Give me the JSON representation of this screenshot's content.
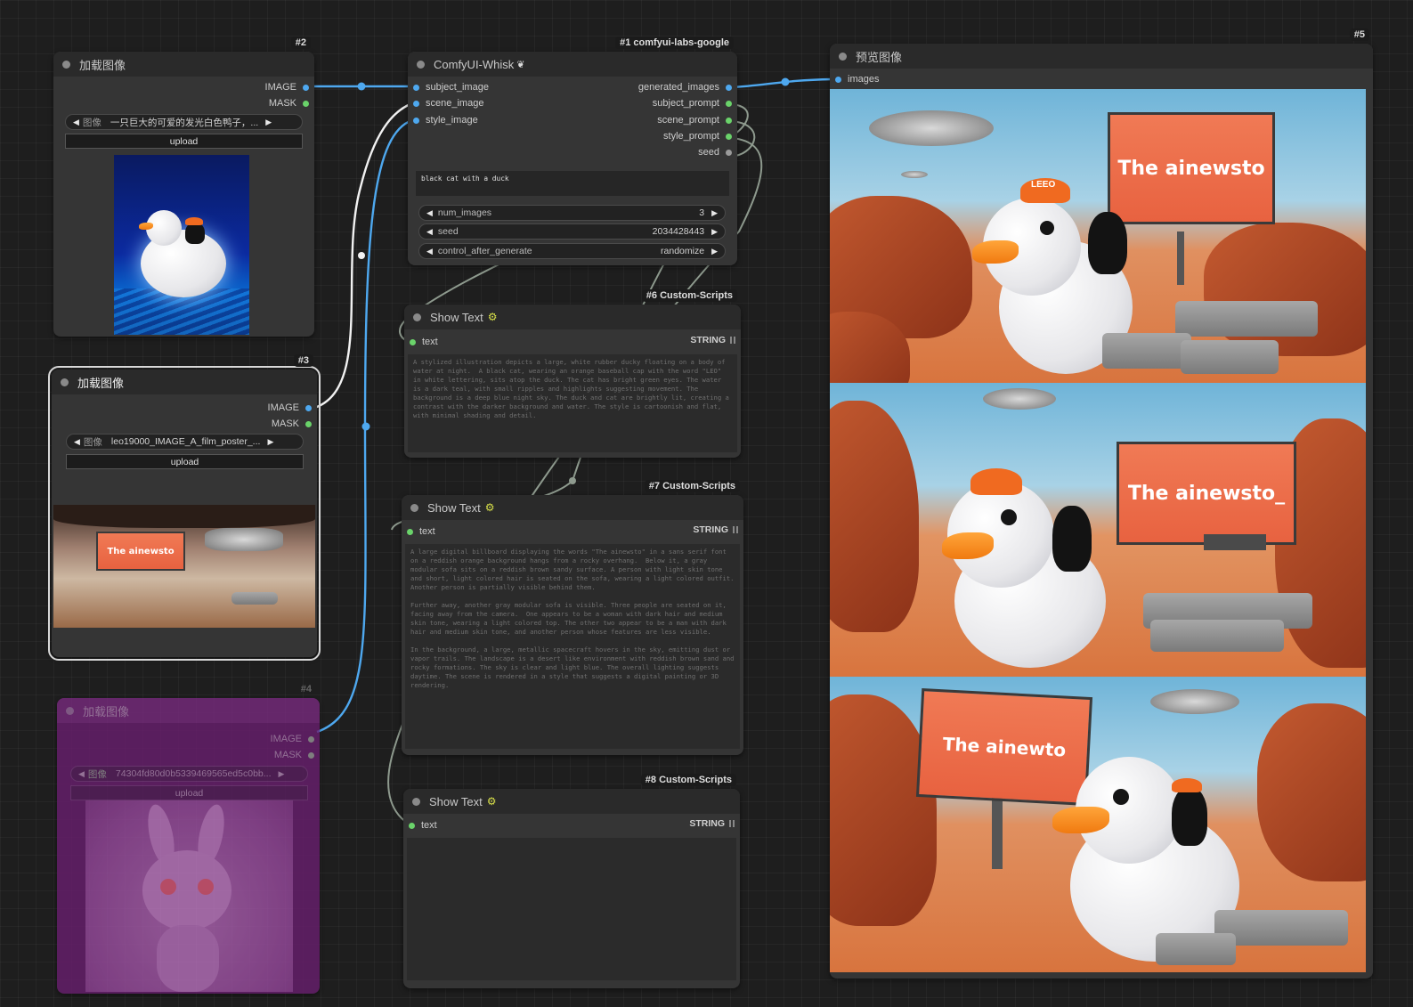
{
  "nodes": {
    "load1": {
      "id": "#2",
      "title": "加载图像",
      "out_image": "IMAGE",
      "out_mask": "MASK",
      "combo_label": "图像",
      "combo_value": "一只巨大的可爱的发光白色鸭子，...",
      "upload": "upload"
    },
    "load2": {
      "id": "#3",
      "title": "加载图像",
      "out_image": "IMAGE",
      "out_mask": "MASK",
      "combo_label": "图像",
      "combo_value": "leo19000_IMAGE_A_film_poster_...",
      "upload": "upload",
      "thumb_billboard": "The ainewsto"
    },
    "load3": {
      "id": "#4",
      "title": "加载图像",
      "out_image": "IMAGE",
      "out_mask": "MASK",
      "combo_label": "图像",
      "combo_value": "74304fd80d0b5339469565ed5c0bb...",
      "upload": "upload"
    },
    "whisk": {
      "id": "#1 comfyui-labs-google",
      "title": "ComfyUI-Whisk",
      "inputs": [
        "subject_image",
        "scene_image",
        "style_image"
      ],
      "outputs": [
        "generated_images",
        "subject_prompt",
        "scene_prompt",
        "style_prompt",
        "seed"
      ],
      "prompt": "black cat with a duck",
      "widgets": [
        {
          "label": "num_images",
          "value": "3"
        },
        {
          "label": "seed",
          "value": "2034428443"
        },
        {
          "label": "control_after_generate",
          "value": "randomize"
        }
      ]
    },
    "show6": {
      "id": "#6 Custom-Scripts",
      "title": "Show Text",
      "input": "text",
      "output": "STRING",
      "text": "A stylized illustration depicts a large, white rubber ducky floating on a body of water at night.  A black cat, wearing an orange baseball cap with the word \"LEO\" in white lettering, sits atop the duck. The cat has bright green eyes. The water is a dark teal, with small ripples and highlights suggesting movement. The background is a deep blue night sky. The duck and cat are brightly lit, creating a contrast with the darker background and water. The style is cartoonish and flat, with minimal shading and detail."
    },
    "show7": {
      "id": "#7 Custom-Scripts",
      "title": "Show Text",
      "input": "text",
      "output": "STRING",
      "text": "A large digital billboard displaying the words \"The ainewsto\" in a sans serif font on a reddish orange background hangs from a rocky overhang.  Below it, a gray modular sofa sits on a reddish brown sandy surface. A person with light skin tone and short, light colored hair is seated on the sofa, wearing a light colored outfit.  Another person is partially visible behind them.\n\nFurther away, another gray modular sofa is visible. Three people are seated on it, facing away from the camera.  One appears to be a woman with dark hair and medium skin tone, wearing a light colored top. The other two appear to be a man with dark hair and medium skin tone, and another person whose features are less visible.\n\nIn the background, a large, metallic spacecraft hovers in the sky, emitting dust or vapor trails. The landscape is a desert like environment with reddish brown sand and rocky formations. The sky is clear and light blue. The overall lighting suggests daytime. The scene is rendered in a style that suggests a digital painting or 3D rendering."
    },
    "show8": {
      "id": "#8 Custom-Scripts",
      "title": "Show Text",
      "input": "text",
      "output": "STRING",
      "text": ""
    },
    "preview": {
      "id": "#5",
      "title": "预览图像",
      "input": "images",
      "billboards": [
        "The ainewsto",
        "The ainewsto_",
        "The ainewto"
      ],
      "cap_text": "LEEO"
    }
  },
  "colors": {
    "image_link": "#4ea8ef",
    "string_link": "#9aa89a",
    "bypass": "#6a1e70"
  }
}
